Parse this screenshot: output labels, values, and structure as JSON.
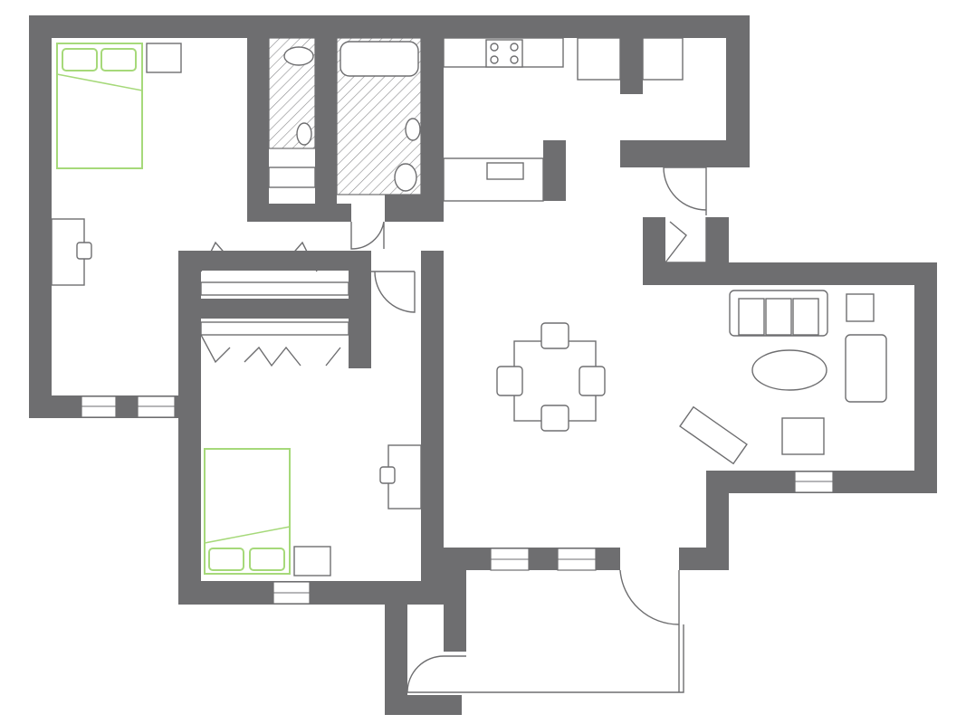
{
  "colors": {
    "wall": "#6e6e70",
    "bed_outline": "#a6d97a",
    "fixture_outline": "#6e6e70",
    "background": "#ffffff"
  },
  "rooms": [
    "bedroom-1",
    "bathroom-1",
    "bathroom-2",
    "kitchen",
    "closets",
    "bedroom-2",
    "dining",
    "living",
    "entry"
  ]
}
